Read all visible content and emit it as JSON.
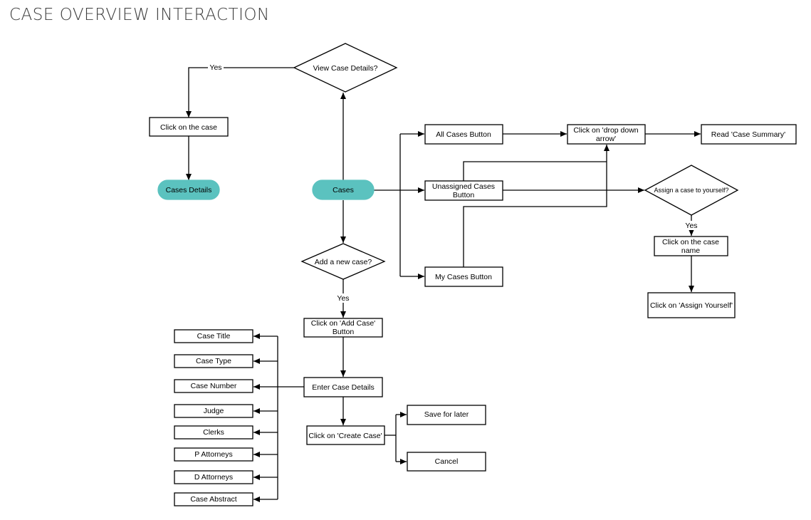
{
  "title": "CASE OVERVIEW INTERACTION",
  "nodes": {
    "view_case_details": "View Case Details?",
    "click_on_case": "Click on the case",
    "cases_details": "Cases Details",
    "cases": "Cases",
    "all_cases_button": "All Cases Button",
    "click_drop_down": [
      "Click on 'drop down",
      "arrow'"
    ],
    "read_case_summary": "Read 'Case Summary'",
    "unassigned_cases_button": [
      "Unassigned Cases",
      "Button"
    ],
    "assign_case_yourself": "Assign a case to yourself?",
    "click_case_name": [
      "Click on the case",
      "name"
    ],
    "click_assign_yourself": "Click on 'Assign Yourself'",
    "my_cases_button": "My Cases Button",
    "add_new_case": "Add a new case?",
    "click_add_case": [
      "Click on 'Add Case'",
      "Button"
    ],
    "enter_case_details": "Enter Case Details",
    "click_create_case": "Click on 'Create Case'",
    "save_for_later": "Save for later",
    "cancel": "Cancel",
    "case_title": "Case Title",
    "case_type": "Case Type",
    "case_number": "Case Number",
    "judge": "Judge",
    "clerks": "Clerks",
    "p_attorneys": "P Attorneys",
    "d_attorneys": "D Attorneys",
    "case_abstract": "Case Abstract"
  },
  "edge_labels": {
    "yes_view": "Yes",
    "yes_add": "Yes",
    "yes_assign": "Yes"
  },
  "colors": {
    "pill_fill": "#5bc2bf",
    "stroke": "#000000",
    "title_text": "#3c3c3c"
  }
}
